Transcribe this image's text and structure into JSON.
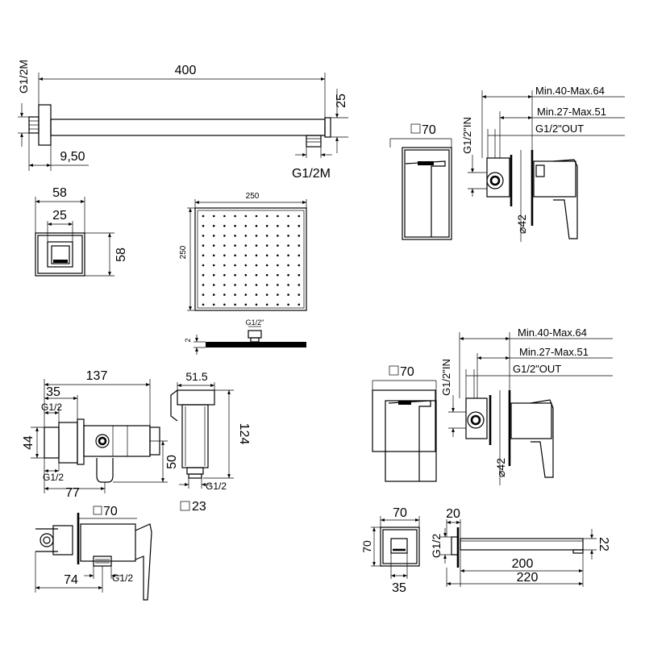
{
  "labels": {
    "arm_length": "400",
    "arm_height": "25",
    "arm_thread_left": "G1/2M",
    "arm_thread_right": "G1/2M",
    "arm_offset": "9,50",
    "flange_width": "58",
    "flange_inner": "25",
    "flange_height": "58",
    "head_width": "250",
    "head_height": "250",
    "head_thread": "G1/2\"",
    "head_thickness": "2",
    "valve_total": "137",
    "valve_35": "35",
    "valve_g12_top": "G1/2",
    "valve_44": "44",
    "valve_g12_bottom": "G1/2",
    "valve_77": "77",
    "valve_50": "50",
    "handset_width": "51.5",
    "handset_height": "124",
    "handset_thread": "G1/2",
    "handset_square": "23",
    "mixer_small_square": "70",
    "mixer_small_74": "74",
    "mixer_small_g12": "G1/2",
    "mixer_top_square": "70",
    "mixer_top_min64": "Min.40-Max.64",
    "mixer_top_min51": "Min.27-Max.51",
    "mixer_top_out": "G1/2\"OUT",
    "mixer_top_in": "G1/2\"IN",
    "mixer_top_dia": "42",
    "mixer_mid_square": "70",
    "mixer_mid_min64": "Min.40-Max.64",
    "mixer_mid_min51": "Min.27-Max.51",
    "mixer_mid_out": "G1/2\"OUT",
    "mixer_mid_in": "G1/2\"IN",
    "mixer_mid_dia": "42",
    "spout_plate_w": "70",
    "spout_plate_h": "70",
    "spout_35": "35",
    "spout_20": "20",
    "spout_g12": "G1/2",
    "spout_200": "200",
    "spout_220": "220",
    "spout_22": "22"
  }
}
